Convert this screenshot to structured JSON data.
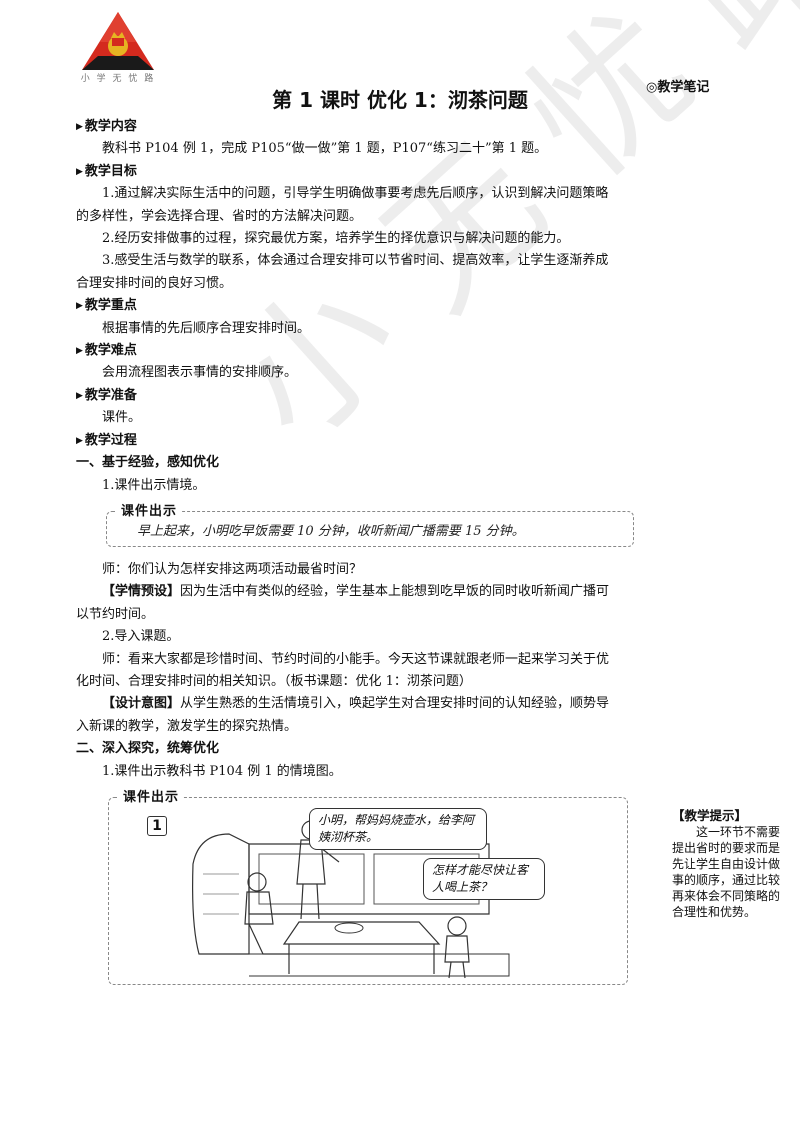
{
  "logo": {
    "text": "小 学 无 忧 路"
  },
  "title": "第 1 课时  优化 1：沏茶问题",
  "side_note": "◎教学笔记",
  "sections": {
    "content_h": "教学内容",
    "content_p": "教科书 P104 例 1，完成 P105“做一做”第 1 题，P107“练习二十”第 1 题。",
    "goals_h": "教学目标",
    "goal1": "1.通过解决实际生活中的问题，引导学生明确做事要考虑先后顺序，认识到解决问题策略的多样性，学会选择合理、省时的方法解决问题。",
    "goal2": "2.经历安排做事的过程，探究最优方案，培养学生的择优意识与解决问题的能力。",
    "goal3": "3.感受生活与数学的联系，体会通过合理安排可以节省时间、提高效率，让学生逐渐养成合理安排时间的良好习惯。",
    "key_h": "教学重点",
    "key_p": "根据事情的先后顺序合理安排时间。",
    "diff_h": "教学难点",
    "diff_p": "会用流程图表示事情的安排顺序。",
    "prep_h": "教学准备",
    "prep_p": "课件。",
    "process_h": "教学过程",
    "part1_h": "一、基于经验，感知优化",
    "p1_1": "1.课件出示情境。",
    "box1_label": "课件出示",
    "box1_text": "早上起来，小明吃早饭需要 10 分钟，收听新闻广播需要 15 分钟。",
    "teacher_q": "师：你们认为怎样安排这两项活动最省时间？",
    "preset_tag": "【学情预设】",
    "preset_text": "因为生活中有类似的经验，学生基本上能想到吃早饭的同时收听新闻广播可以节约时间。",
    "p1_2": "2.导入课题。",
    "teacher_intro": "师：看来大家都是珍惜时间、节约时间的小能手。今天这节课就跟老师一起来学习关于优化时间、合理安排时间的相关知识。（板书课题：优化 1：沏茶问题）",
    "design_tag": "【设计意图】",
    "design_text": "从学生熟悉的生活情境引入，唤起学生对合理安排时间的认知经验，顺势导入新课的教学，激发学生的探究热情。",
    "part2_h": "二、深入探究，统筹优化",
    "p2_1": "1.课件出示教科书 P104 例 1 的情境图。",
    "box2_label": "课件出示",
    "fig_num": "1",
    "bubble1": "小明，帮妈妈烧壶水，给李阿姨沏杯茶。",
    "bubble2": "怎样才能尽快让客人喝上茶？"
  },
  "tip": {
    "title": "【教学提示】",
    "body": "这一环节不需要提出省时的要求而是先让学生自由设计做事的顺序，通过比较再来体会不同策略的合理性和优势。"
  },
  "watermark": "小 无 忧 路",
  "colors": {
    "logo_red": "#d42a1e",
    "logo_black": "#1a1a1a",
    "logo_gold": "#e6b422"
  }
}
